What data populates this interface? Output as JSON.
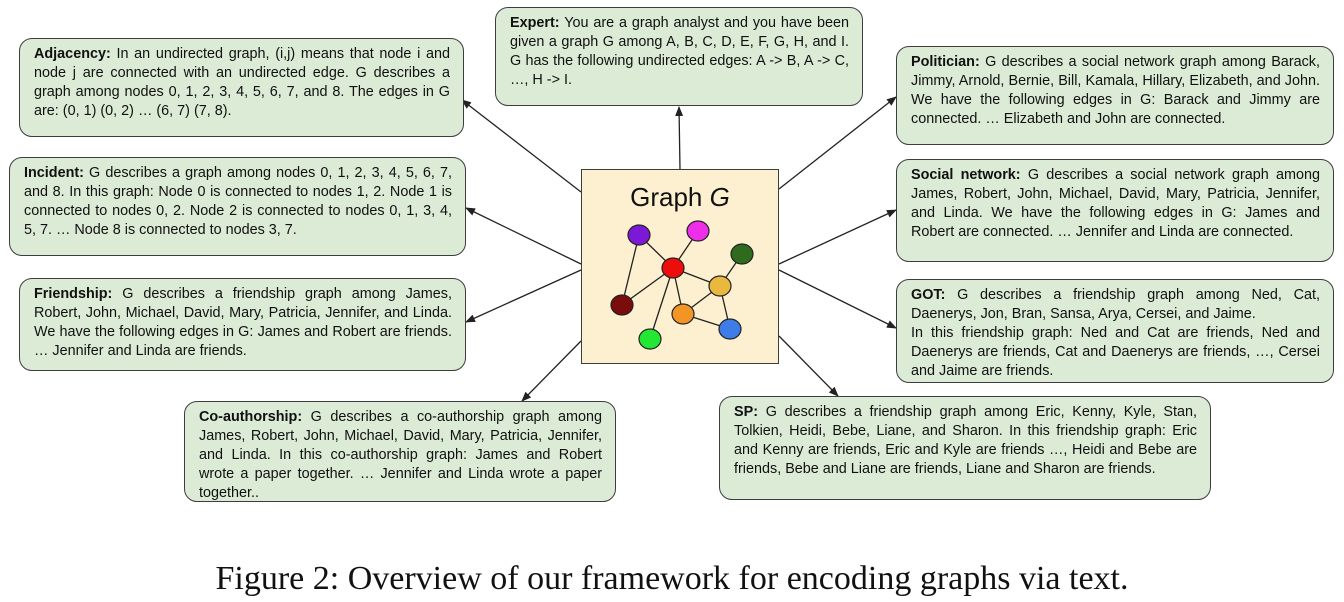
{
  "center": {
    "title_prefix": "Graph ",
    "title_var": "G",
    "node_colors": [
      "#7b19d6",
      "#ee2ee8",
      "#2f6b1f",
      "#ee0d0d",
      "#eab83e",
      "#7a0c0c",
      "#f39524",
      "#3e7ce8",
      "#22e833"
    ]
  },
  "boxes": {
    "adjacency": {
      "label": "Adjacency:",
      "text": " In an undirected graph, (i,j) means that node i and node j are connected with an undirected edge. G describes a graph among nodes 0, 1, 2, 3, 4, 5, 6, 7, and 8. The edges in G are: (0, 1) (0, 2) … (6, 7) (7, 8)."
    },
    "expert": {
      "label": "Expert:",
      "text": " You are a graph analyst and you have been given a graph G among A, B, C, D, E, F, G, H, and I. G has the following undirected edges: A -> B, A -> C, …, H -> I."
    },
    "politician": {
      "label": "Politician:",
      "text": " G describes a social network graph among Barack, Jimmy, Arnold, Bernie, Bill, Kamala, Hillary, Elizabeth, and John. We have the following edges in G: Barack and Jimmy are connected. … Elizabeth and John are connected."
    },
    "incident": {
      "label": "Incident:",
      "text": " G describes a graph among nodes 0, 1, 2, 3, 4, 5, 6, 7, and 8. In this graph: Node 0 is connected to nodes 1, 2. Node 1 is connected to nodes 0, 2. Node 2 is connected to nodes 0, 1, 3, 4, 5, 7. … Node 8 is connected to nodes 3, 7."
    },
    "social": {
      "label": "Social network:",
      "text": " G describes a social network graph among James, Robert, John, Michael, David, Mary, Patricia, Jennifer, and Linda. We have the following edges in G: James and Robert are connected. … Jennifer and Linda are connected."
    },
    "friendship": {
      "label": "Friendship:",
      "text": " G describes a friendship graph among James, Robert, John, Michael, David, Mary, Patricia, Jennifer, and Linda. We have the following edges in G: James and Robert are friends. … Jennifer and Linda are friends."
    },
    "got": {
      "label": "GOT:",
      "text": " G describes a friendship graph among Ned, Cat, Daenerys, Jon, Bran, Sansa, Arya, Cersei, and Jaime.",
      "text2": "In this friendship graph: Ned and Cat are friends, Ned and Daenerys are friends, Cat and Daenerys are friends, …, Cersei and Jaime are friends."
    },
    "coauthorship": {
      "label": "Co-authorship:",
      "text": " G describes a co-authorship graph among James, Robert, John, Michael, David, Mary, Patricia, Jennifer, and Linda. In this co-authorship graph: James and Robert wrote a paper together. … Jennifer and Linda wrote a paper together.."
    },
    "sp": {
      "label": "SP:",
      "text": " G describes a friendship graph among Eric, Kenny, Kyle, Stan, Tolkien, Heidi, Bebe, Liane, and Sharon. In this friendship graph: Eric and Kenny are friends, Eric and Kyle are friends …, Heidi and Bebe are friends, Bebe and Liane are friends, Liane and Sharon are friends."
    }
  },
  "caption": "Figure 2: Overview of our framework for encoding graphs via text."
}
